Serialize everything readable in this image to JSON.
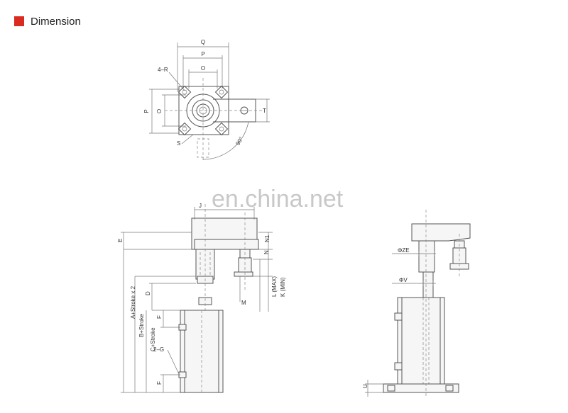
{
  "header": {
    "title": "Dimension",
    "accent_color": "#d92b20"
  },
  "watermark": "en.china.net",
  "top_view": {
    "labels": {
      "q": "Q",
      "p_top": "P",
      "o_top": "O",
      "r": "4–R",
      "p_left": "P",
      "o_left": "O",
      "t": "T",
      "s": "S",
      "angle": "90°"
    }
  },
  "side_view": {
    "labels": {
      "e": "E",
      "j": "J",
      "a": "A+Stroke x 2",
      "b": "B+Stroke",
      "c": "C+Stroke",
      "d": "D",
      "f1": "F",
      "f2": "F",
      "g": "2–G",
      "m": "M",
      "n1": "N1",
      "n": "N",
      "l": "L (MAX)",
      "k": "K (MIN)"
    }
  },
  "front_view": {
    "labels": {
      "ze": "ΦZE",
      "v": "ΦV",
      "u": "U"
    }
  }
}
